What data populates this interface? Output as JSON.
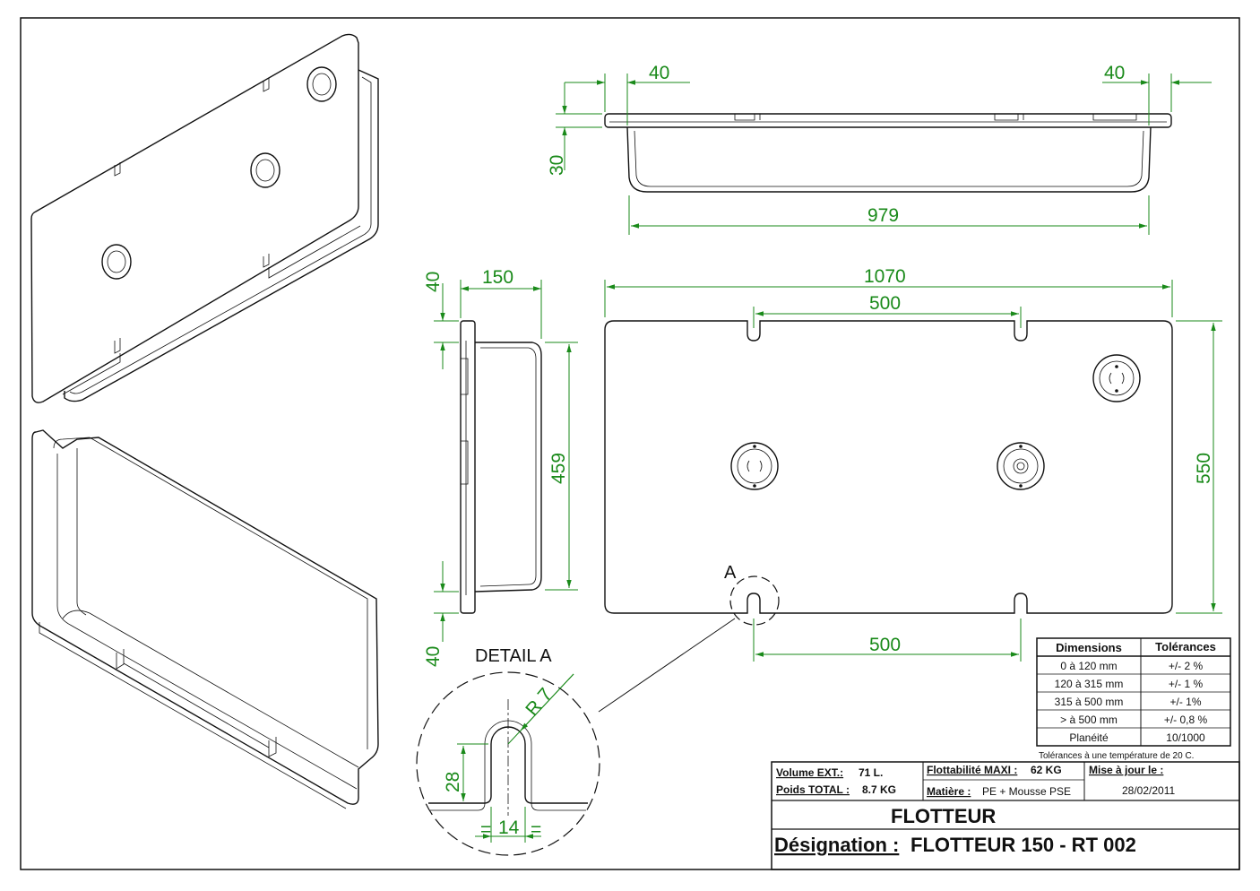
{
  "detail": {
    "label": "A",
    "title": "DETAIL A",
    "radius": "R 7",
    "depth": "28",
    "width": "14",
    "equal": "="
  },
  "dims": {
    "top_left": "40",
    "top_right": "40",
    "top_height": "30",
    "top_length": "979",
    "side_top": "40",
    "side_width": "150",
    "side_height": "459",
    "side_bottom": "40",
    "front_total": "1070",
    "front_slot_top": "500",
    "front_slot_bottom": "500",
    "front_height": "550"
  },
  "tolerances": {
    "headers": [
      "Dimensions",
      "Tolérances"
    ],
    "rows": [
      [
        "0 à 120 mm",
        "+/- 2 %"
      ],
      [
        "120 à 315 mm",
        "+/- 1 %"
      ],
      [
        "315 à 500 mm",
        "+/- 1%"
      ],
      [
        "> à 500 mm",
        "+/- 0,8 %"
      ],
      [
        "Planéité",
        "10/1000"
      ]
    ],
    "note": "Tolérances à une température de 20 C."
  },
  "title_block": {
    "volume_label": "Volume EXT.:",
    "volume_value": "71 L.",
    "weight_label": "Poids TOTAL :",
    "weight_value": "8.7 KG",
    "buoyancy_label": "Flottabilité MAXI :",
    "buoyancy_value": "62  KG",
    "material_label": "Matière :",
    "material_value": "PE + Mousse PSE",
    "update_label": "Mise à jour le :",
    "update_value": "28/02/2011",
    "name": "FLOTTEUR",
    "designation_label": "Désignation :",
    "designation_value": "FLOTTEUR 150 - RT 002"
  }
}
